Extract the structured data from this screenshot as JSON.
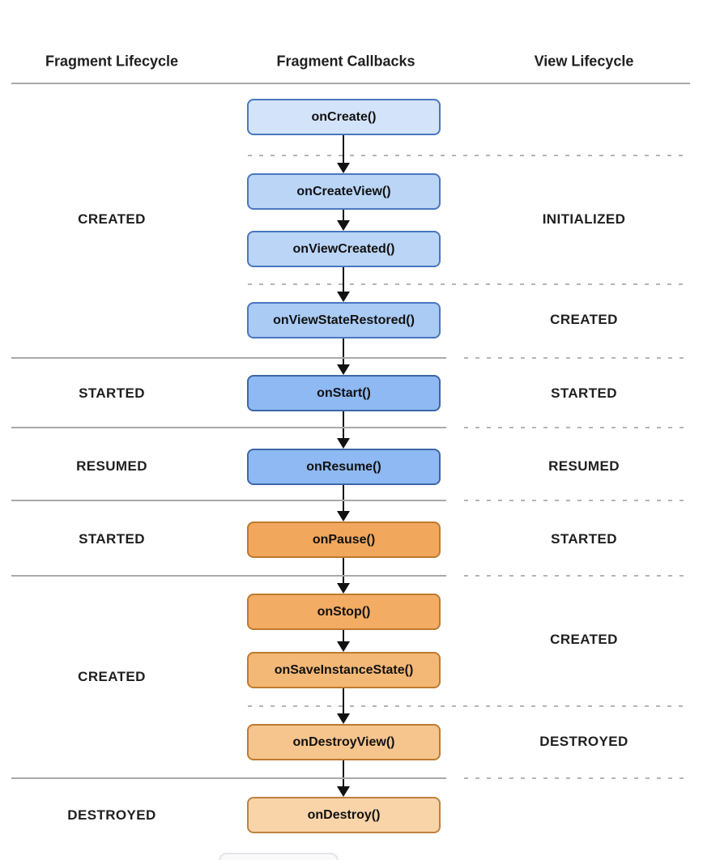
{
  "columns": {
    "fragment_lifecycle": "Fragment Lifecycle",
    "fragment_callbacks": "Fragment Callbacks",
    "view_lifecycle": "View Lifecycle"
  },
  "fragment_states": [
    "CREATED",
    "STARTED",
    "RESUMED",
    "STARTED",
    "CREATED",
    "DESTROYED"
  ],
  "view_states": [
    "INITIALIZED",
    "CREATED",
    "STARTED",
    "RESUMED",
    "STARTED",
    "CREATED",
    "DESTROYED"
  ],
  "callbacks": [
    {
      "label": "onCreate()",
      "fill": "#D3E3F9",
      "border": "#4A77BF"
    },
    {
      "label": "onCreateView()",
      "fill": "#BAD5F6",
      "border": "#4A77BF"
    },
    {
      "label": "onViewCreated()",
      "fill": "#BAD5F6",
      "border": "#4A77BF"
    },
    {
      "label": "onViewStateRestored()",
      "fill": "#A9CBF4",
      "border": "#4A77BF"
    },
    {
      "label": "onStart()",
      "fill": "#8EB9F2",
      "border": "#3E66A8"
    },
    {
      "label": "onResume()",
      "fill": "#8EB9F2",
      "border": "#3E66A8"
    },
    {
      "label": "onPause()",
      "fill": "#F1A75C",
      "border": "#BE7A30"
    },
    {
      "label": "onStop()",
      "fill": "#F2AC63",
      "border": "#BE7A30"
    },
    {
      "label": "onSaveInstanceState()",
      "fill": "#F4B876",
      "border": "#BE7A30"
    },
    {
      "label": "onDestroyView()",
      "fill": "#F6C58D",
      "border": "#BE7A30"
    },
    {
      "label": "onDestroy()",
      "fill": "#F8D4A8",
      "border": "#C08040"
    }
  ],
  "colors": {
    "text": "#1F1F1F",
    "arrow": "#111111",
    "divider": "#A9A9A9",
    "dash": "#B5B5B5"
  }
}
